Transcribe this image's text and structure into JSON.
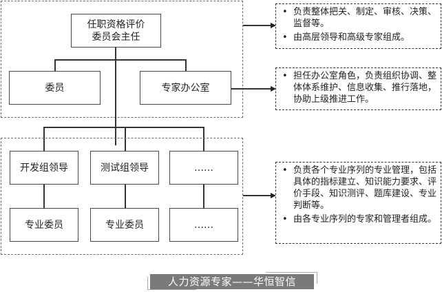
{
  "diagram": {
    "top_group": {
      "chair": "任职资格评价\n委员会主任",
      "member": "委员",
      "office": "专家办公室"
    },
    "bottom_group": {
      "leaders": [
        "开发组领导",
        "测试组领导",
        "……"
      ],
      "members": [
        "专业委员",
        "专业委员",
        "……"
      ]
    },
    "notes": {
      "committee": [
        "负责整体把关、制定、审核、决策、监督等。",
        "由高层领导和高级专家组成。"
      ],
      "office": [
        "担任办公室角色，负责组织协调、整体体系维护、信息收集、推行落地，协助上级推进工作。"
      ],
      "professional": [
        "负责各个专业序列的专业管理，包括具体的指标建立、知识能力要求、评价手段、知识测评、题库建设、专业判断等。",
        "由各专业序列的专家和管理者组成。"
      ]
    },
    "watermark": "人力资源专家——华恒智信"
  }
}
